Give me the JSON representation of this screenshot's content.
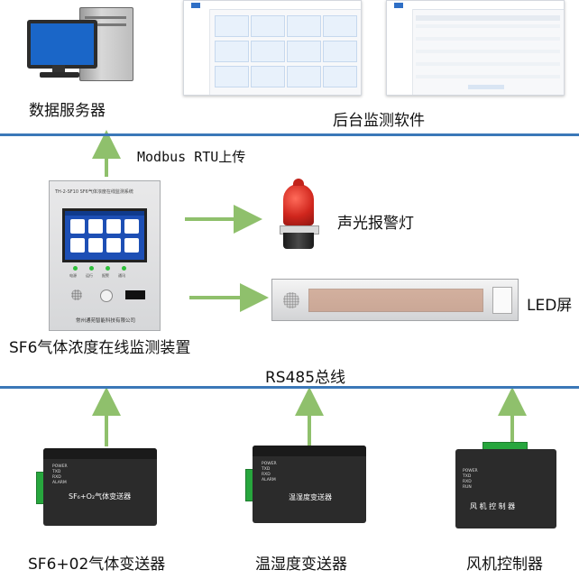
{
  "nodes": {
    "data_server": "数据服务器",
    "backend_software": "后台监测软件",
    "modbus_upload": "Modbus RTU上传",
    "sound_light_alarm": "声光报警灯",
    "led_screen": "LED屏",
    "sf6_monitor_device": "SF6气体浓度在线监测装置",
    "rs485_bus": "RS485总线",
    "sf6_o2_transmitter": "SF6+02气体变送器",
    "temp_humidity_transmitter": "温湿度变送器",
    "fan_controller": "风机控制器"
  },
  "device_panel": {
    "model": "TH-2-SF10  SF6气体浓度在线监测系统",
    "company": "常州通苑智能科技有限公司",
    "indicator_labels": [
      "电源",
      "运行",
      "报警",
      "通讯"
    ]
  },
  "transmitters": {
    "sf6_o2": {
      "face_text": "SF₆+O₂气体变送器",
      "leds": [
        "POWER",
        "TXD",
        "RXD",
        "ALARM"
      ]
    },
    "temp_humidity": {
      "face_text": "温湿度变送器",
      "leds": [
        "POWER",
        "TXD",
        "RXD",
        "ALARM"
      ]
    },
    "fan": {
      "face_text": "风 机 控 制 器",
      "leds": [
        "POWER",
        "TXD",
        "RXD",
        "RUN"
      ]
    }
  },
  "colors": {
    "divider": "#3b78b8",
    "arrow": "#8fc06c",
    "lcd": "#1d4fb5",
    "alarm_lamp": "#d0261d"
  }
}
